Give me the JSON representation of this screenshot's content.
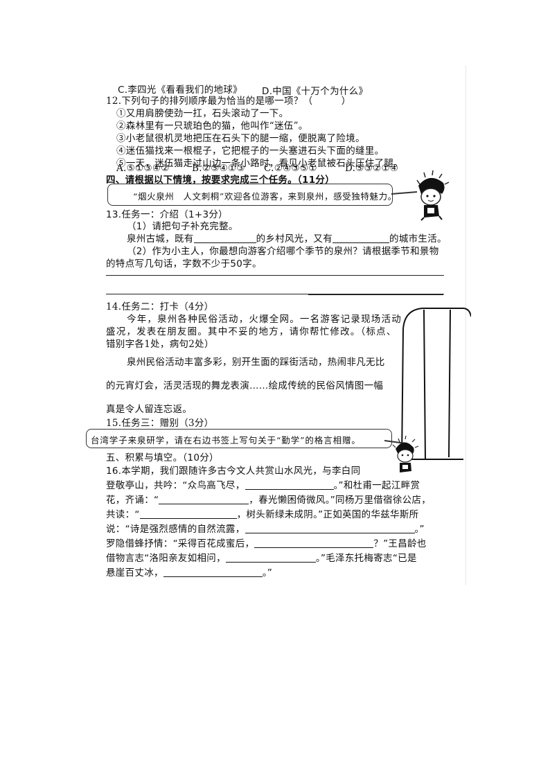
{
  "q11_options": {
    "C": "C.李四光《看看我们的地球》",
    "D": "D.中国《十万个为什么》"
  },
  "q12": {
    "stem": "12.下列句子的排列顺序最为恰当的是哪一项？（　　　）",
    "sentences": [
      "①又用肩膀使劲一扛，石头滚动了一下。",
      "②森林里有一只琥珀色的猫，他叫作“迷伍”。",
      "③小老鼠很机灵地把压在石头下的腿一缩，便脱离了险境。",
      "④迷伍猫找来一根棍子，它把棍子的一头塞进石头下面的缝里。",
      "⑤一天，迷伍猫走过山边一条小路时，看见小老鼠被石头压住了腿。"
    ],
    "options": [
      "A.⑤①③④②",
      "B.②⑤④①③",
      "C.②④③⑤①",
      "D.⑤③②①④"
    ]
  },
  "section4": {
    "heading": "四、请根据以下情境，按要求完成三个任务。（11分）",
    "bubble": "“烟火泉州　人文刺桐”欢迎各位游客，来到泉州，感受独特魅力。"
  },
  "q13": {
    "title": "13.任务一：介绍（1+3分）",
    "part1": "（1）请把句子补充完整。",
    "fill_a": "泉州古城，既有",
    "fill_b": "的乡村风光，又有",
    "fill_c": "的城市生活。",
    "part2_l1": "（2）作为小主人，你最想向游客介绍哪个季节的泉州？请根据季节和景物",
    "part2_l2": "的特点写几句话，字数不少于50字。"
  },
  "q14": {
    "title": "14.任务二：打卡（4分）",
    "intro_l1": "今年，泉州各种民俗活动，火爆全网。一名游客记录现场活动",
    "intro_l2": "盛况，发表在朋友圈。其中不妥的地方，请你帮忙修改。（标点、",
    "intro_l3": "错别字各1处，病句2处）",
    "post_l1": "泉州民俗活动丰富多彩，别开生面的踩街活动，热闹非凡无比",
    "post_l2": "的元宵灯会，活灵活现的舞龙表演……绘成传统的民俗风情图一幅",
    "post_l3": "真是令人留连忘返。"
  },
  "q15": {
    "title": "15.任务三：赠别（3分）",
    "bubble": "台湾学子来泉研学，请在右边书签上写句关于“勤学”的格言相赠。"
  },
  "section5": {
    "heading": "五、积累与填空。（10分）"
  },
  "q16": {
    "l1": "16.本学期，我们跟随许多古今文人共赏山水风光，与李白同",
    "l2a": "登敬亭山，共吟：“众鸟高飞尽，",
    "l2b": "。”和杜甫一起江畔赏",
    "l3a": "花，齐诵：“",
    "l3b": "，春光懒困倚微风。”同杨万里借宿徐公店，",
    "l4a": "共读：“",
    "l4b": "，树头新绿未成阴。”正如英国的华兹华斯所",
    "l5a": "说：“诗是强烈感情的自然流露，",
    "l5b": "。”",
    "l6a": "罗隐借蜂抒情：“采得百花成蜜后，",
    "l6b": "？”王昌龄也",
    "l7a": "借物言志“洛阳亲友如相问，",
    "l7b": "。”毛泽东托梅寄志“已是",
    "l8a": "悬崖百丈冰，",
    "l8b": "。”"
  }
}
